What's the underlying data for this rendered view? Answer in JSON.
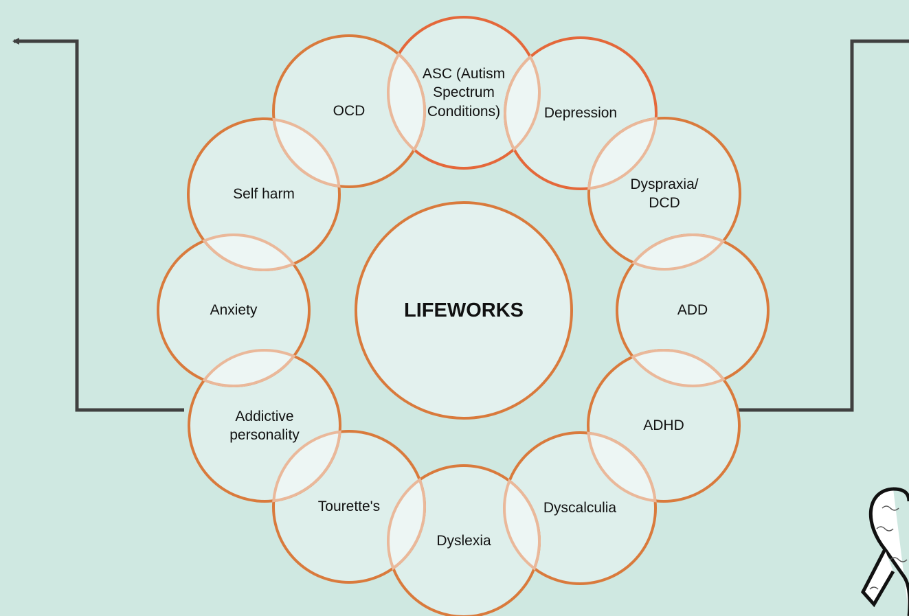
{
  "center": {
    "label": "LIFEWORKS"
  },
  "nodes": [
    {
      "id": "asc",
      "label": "ASC (Autism Spectrum Conditions)"
    },
    {
      "id": "depression",
      "label": "Depression"
    },
    {
      "id": "dyspraxia",
      "label": "Dyspraxia/ DCD"
    },
    {
      "id": "add",
      "label": "ADD"
    },
    {
      "id": "adhd",
      "label": "ADHD"
    },
    {
      "id": "dyscalculia",
      "label": "Dyscalculia"
    },
    {
      "id": "dyslexia",
      "label": "Dyslexia"
    },
    {
      "id": "tourettes",
      "label": "Tourette's"
    },
    {
      "id": "addictive",
      "label": "Addictive personality"
    },
    {
      "id": "anxiety",
      "label": "Anxiety"
    },
    {
      "id": "selfharm",
      "label": "Self harm"
    },
    {
      "id": "ocd",
      "label": "OCD"
    }
  ],
  "colors": {
    "background": "#cfe8e1",
    "circle_fill": "#e3f1ee",
    "circle_stroke": "#d97a3c",
    "circle_stroke_top": "#e4683a",
    "overlap_stroke": "#eab89a",
    "arrow": "#404040",
    "ribbon_outline": "#111111"
  },
  "icons": {
    "ribbon": "awareness-ribbon-icon"
  }
}
